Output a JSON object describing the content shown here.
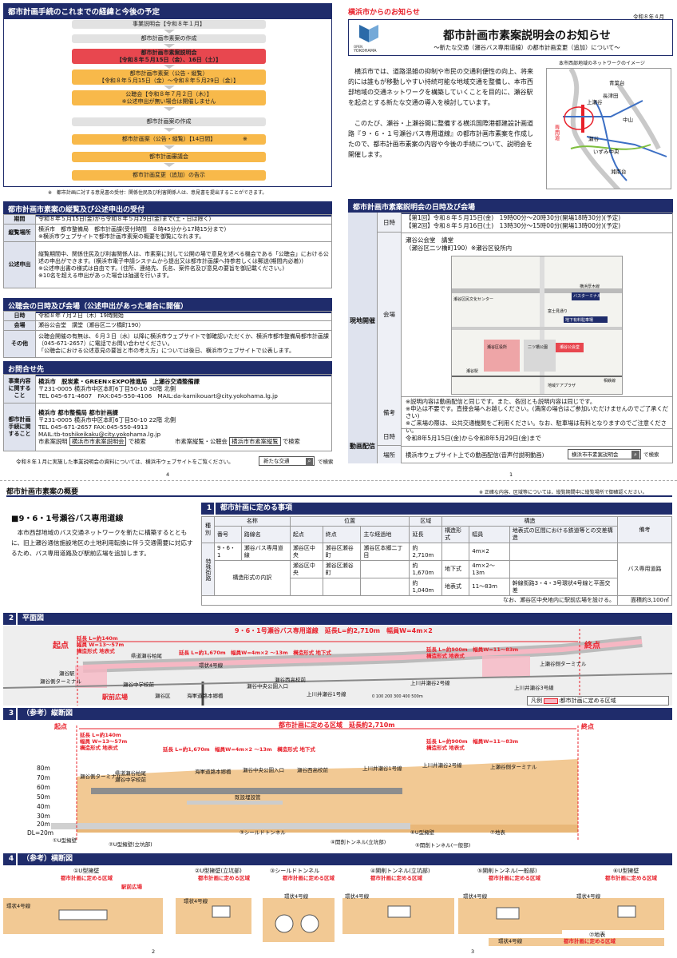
{
  "p4": {
    "process_title": "都市計画手続のこれまでの経緯と今後の予定",
    "flow": [
      {
        "text": "事業説明会【令和８年１月】",
        "style": "grey"
      },
      {
        "text": "都市計画市素案の作成",
        "style": "grey"
      },
      {
        "text": "都市計画市素案説明会",
        "text2": "【令和８年５月15日（金）、16日（土）】",
        "style": "red"
      },
      {
        "text": "都市計画市素案（公告・縦覧）",
        "text2": "【令和８年５月15日（金）～令和８年５月29日（金）】",
        "style": "org"
      },
      {
        "text": "公聴会【令和８年７月２日（木）】",
        "text2": "※公述申出が無い場合は開催しません",
        "style": "org"
      },
      {
        "text": "都市計画案の作成",
        "style": "grey"
      },
      {
        "text": "都市計画案（公告・縦覧）【14日間】",
        "style": "org"
      },
      {
        "text": "都市計画審議会",
        "style": "org"
      },
      {
        "text": "都市計画変更（追加）の告示",
        "style": "org"
      }
    ],
    "flow_mark": "※",
    "flow_note": "※　都市計画に対する意見書の受付：関係住民及び利害関係人は、意見書を提出することができます。",
    "inspection_title": "都市計画市素案の縦覧及び公述申出の受付",
    "inspection": [
      {
        "label": "期間",
        "text": "令和８年５月15日(金)から令和８年５月29日(金)まで(土・日は除く)"
      },
      {
        "label": "縦覧場所",
        "text": "横浜市　都市整備局　都市計画課(受付時間　８時45分から17時15分まで)",
        "text2": "※横浜市ウェブサイトで都市計画市素案の概要を御覧になれます。"
      },
      {
        "label": "公述申出",
        "text": "縦覧期間中、関係住民及び利害関係人は、市素案に対して公開の場で意見を述べる機会である「公聴会」における公述の申出ができます。(横浜市電子申請システムから提出又は都市計画課へ持参若しくは郵送(期間内必着))",
        "text2": "※公述申出書の様式は自由です。(住所、連絡先、氏名、案件名及び意見の要旨を御記載ください。)",
        "text3": "※10名を超える申出があった場合は抽選を行います。"
      }
    ],
    "hearing_title": "公聴会の日時及び会場（公述申出があった場合に開催）",
    "hearing": [
      {
        "label": "日時",
        "text": "令和８年７月２日（木）19時開始"
      },
      {
        "label": "会場",
        "text": "瀬谷公会堂　講堂（瀬谷区二ツ橋町190）"
      },
      {
        "label": "その他",
        "text": "公聴会開催の有無は、６月３日（水）以降に横浜市ウェブサイトで御確認いただくか、横浜市都市整備局都市計画課（045-671-2657）に電話でお問い合わせください。",
        "text2": "「公聴会における公述意見の要旨と市の考え方」については後日、横浜市ウェブサイトで公表します。"
      }
    ],
    "contact_title": "お問合せ先",
    "contacts": [
      {
        "label": "事業内容に関すること",
        "l1": "横浜市　脱炭素・GREEN×EXPO推進局　上瀬谷交通整備課",
        "l2": "〒231-0005 横浜市中区本町6丁目50-10 30階 北側",
        "l3": "TEL 045-671-4607　FAX:045-550-4106　MAIL:da-kamikouart@city.yokohama.lg.jp"
      },
      {
        "label": "都市計画手続に関すること",
        "l1": "横浜市 都市整備局 都市計画課",
        "l2": "〒231-0005 横浜市中区本町6丁目50-10 22階 北側",
        "l3": "TEL 045-671-2657 FAX:045-550-4913",
        "l4": "MAIL:tb-toshikeikaku@city.yokohama.lg.jp",
        "l5a": "市素案説明 ",
        "l5b": "横浜市市素案説明会",
        "l5c": " で検索　　　　　市素案縦覧・公聴会 ",
        "l5d": "横浜市市素案縦覧",
        "l5e": " で検索"
      }
    ],
    "footer_a": "令和８年１月に実施した事業説明会の資料については、横浜市ウェブサイトをご覧ください。",
    "footer_box": "新たな交通",
    "footer_b": "で検索",
    "page": "4"
  },
  "p1": {
    "notice_label": "横浜市からのお知らせ",
    "date": "令和８年４月",
    "logo_small": "OPEN",
    "logo_main": "YOKOHAMA",
    "title": "都市計画市素案説明会のお知らせ",
    "subtitle": "～新たな交通（瀬谷バス専用道線）の都市計画変更（追加）について～",
    "intro1": "横浜市では、道路混雑の抑制や市民の交通利便性の向上、将来的には誰もが移動しやすい持続可能な地域交通を整備し、本市西部地域の交通ネットワークを構築していくことを目的に、瀬谷駅を起点とする新たな交通の導入を検討しています。",
    "intro2": "このたび、瀬谷・上瀬谷間に整備する横浜国際港都建設計画道路『９・６・１号瀬谷バス専用道線』の都市計画市素案を作成したので、都市計画市素案の内容や今後の手続について、説明会を開催します。",
    "network_title": "本市西部地域のネットワークのイメージ",
    "network_labels": [
      "上瀬谷",
      "瀬谷",
      "青葉台",
      "長津田",
      "いずみ中央",
      "専用道",
      "中山",
      "湘南台"
    ],
    "schedule_title": "都市計画市素案説明会の日時及び会場",
    "rows": {
      "onsite": "現地開催",
      "date_label": "日時",
      "date1": "【第1回】令和８年５月15日(金)　19時00分～20時30分(開場18時30分)(予定)",
      "date2": "【第2回】令和８年５月16日(土)　13時30分～15時00分(開場13時00分)(予定)",
      "venue_label": "会場",
      "venue1": "瀬谷公会堂　講堂",
      "venue2": "（瀬谷区二ツ橋町190）※瀬谷区役所内",
      "remark_label": "備考",
      "remark1": "※説明内容は動画配信と同じです。また、各回とも説明内容は同じです。",
      "remark2": "※申込は不要です。直接会場へお越しください。(満席の場合はご参加いただけませんのでご了承ください)",
      "remark3": "※ご来場の際は、公共交通機関をご利用ください。なお、駐車場は有料となりますのでご注意ください。",
      "online": "動画配信",
      "online_date_label": "日時",
      "online_date": "令和8年5月15日(金)から令和8年5月29日(金)まで",
      "online_place_label": "場所",
      "online_place": "横浜市ウェブサイト上での動画配信(音声付説明動画)",
      "search_box": "横浜市市素案説明会",
      "search_after": "で検索"
    },
    "venue_map": [
      "瀬谷公会堂",
      "瀬谷区役所",
      "二ツ橋公園",
      "瀬谷駅",
      "相鉄線",
      "地下有料駐車場",
      "富士見通り",
      "瀬谷区民文化センター",
      "横浜厚木線",
      "バスターミナル",
      "地域ケアプラザ"
    ],
    "page": "1"
  },
  "p23": {
    "overview_title": "都市計画市素案の概要",
    "overview_note": "※ 正確な内容、区域等については、縦覧期間中に縦覧場所で御確認ください。",
    "route_title": "■9・6・1号瀬谷バス専用道線",
    "route_text": "本市西部地域のバス交通ネットワークを新たに構築するとともに、旧上瀬谷通信施設地区の土地利用転換に伴う交通需要に対応するため、バス専用道路及び駅前広場を追加します。",
    "s1_num": "1",
    "s1": "都市計画に定める事項",
    "table_headers": [
      "種別",
      "名称",
      "位置",
      "区域",
      "構造",
      "備考"
    ],
    "table_sub": [
      "番号",
      "路線名",
      "起点",
      "終点",
      "主な経過地",
      "延長",
      "構造形式",
      "幅員",
      "地表式の区間における鉄道等との交差構造"
    ],
    "table_type": "特殊街路",
    "row1": [
      "9・6・1",
      "瀬谷バス専用道線",
      "瀬谷区中央",
      "瀬谷区瀬谷町",
      "瀬谷区本郷二丁目",
      "約2,710m",
      "",
      "4m×2",
      "",
      "バス専用道路"
    ],
    "row2": [
      "構造形式の内訳",
      "瀬谷区中央",
      "瀬谷区瀬谷町",
      "",
      "約1,670m",
      "地下式",
      "4m×2～13m",
      ""
    ],
    "row3": [
      "",
      "",
      "",
      "",
      "約1,040m",
      "地表式",
      "11～83m",
      "幹線街路3・4・3号環状4号線と平面交差"
    ],
    "table_note": "なお、瀬谷区中央地内に駅前広場を設ける。",
    "table_area": "面積約3,100㎡",
    "s2_num": "2",
    "s2": "平面図",
    "plan_title": "9・6・1号瀬谷バス専用道線　延長L=約2,710m　幅員W=4m×2",
    "plan_start": "起点",
    "plan_end": "終点",
    "plan_seg1": "延長 L=約140m",
    "plan_seg1b": "幅員 W=13～57m",
    "plan_seg1c": "構造形式 地表式",
    "plan_seg2": "延長 L=約1,670m　幅員W=4m×2 ～13m　構造形式 地下式",
    "plan_seg3": "延長 L=約900m　幅員W=11～83m",
    "plan_seg3b": "構造形式 地表式",
    "plan_labels": [
      "県道瀬谷柏尾",
      "環状4号線",
      "瀬谷中学校前",
      "瀬谷中央公園入口",
      "瀬谷西高校前",
      "瀬谷区",
      "海軍道路本郷橋",
      "上川井瀬谷1号線",
      "上川井瀬谷2号線",
      "上川井瀬谷3号線",
      "上瀬谷側ターミナル",
      "瀬谷駅",
      "瀬谷側ターミナル",
      "駅前広場"
    ],
    "plan_scale": "0 100 200 300 400 500m",
    "legend_label": "凡例",
    "legend_text": ":都市計画に定める区域",
    "s3_num": "3",
    "s3": "（参考）縦断図",
    "prof_region": "都市計画に定める区域　延長約2,710m",
    "prof_levels": [
      "80m",
      "70m",
      "60m",
      "50m",
      "40m",
      "30m",
      "20m",
      "DL=20m"
    ],
    "prof_labels": [
      "瀬谷側ターミナル",
      "県道瀬谷柏尾",
      "瀬谷中学校前",
      "海軍道路本郷橋",
      "瀬谷中央公園入口",
      "瀬谷西高校前",
      "上川井瀬谷1号線",
      "上川井瀬谷2号線",
      "上瀬谷側ターミナル",
      "既設埋設管"
    ],
    "prof_struct": [
      "①U型擁壁",
      "②U型擁壁(立坑部)",
      "③シールドトンネル",
      "④開削トンネル(立坑部)",
      "⑤開削トンネル(一般部)",
      "⑥U型擁壁",
      "⑦地表"
    ],
    "s4_num": "4",
    "s4": "（参考）横断図",
    "cross": [
      "①U型擁壁",
      "②U型擁壁(立坑部)",
      "③シールドトンネル",
      "④開削トンネル(立坑部)",
      "⑤開削トンネル(一般部)",
      "⑥U型擁壁",
      "⑦地表"
    ],
    "cross_region": "都市計画に定める区域",
    "cross_plaza": "駅前広場",
    "cross_ring": "環状4号線",
    "page2": "2",
    "page3": "3"
  },
  "colors": {
    "navy": "#1f2c6b",
    "red": "#e8202a",
    "orange": "#f8b94a",
    "pink": "#f6b7c3"
  }
}
